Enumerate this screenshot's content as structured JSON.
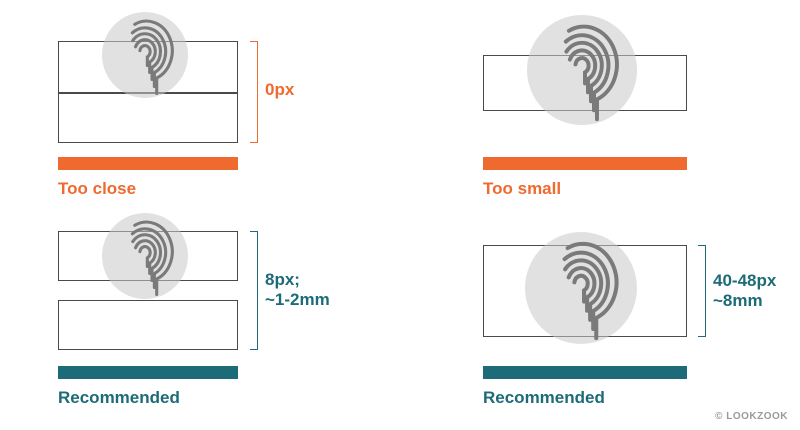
{
  "colors": {
    "bad": "#ef6a2f",
    "good": "#1d6b78",
    "stroke": "#4a4a4a",
    "thumb": "#d2d2d2",
    "print": "#7a7a7a"
  },
  "icons": {
    "fingerprint": "fingerprint-icon"
  },
  "examples": [
    {
      "caption": "Too close",
      "measure": "0px"
    },
    {
      "caption": "Too small",
      "measure": ""
    },
    {
      "caption": "Recommended",
      "measure": "8px;\n~1-2mm"
    },
    {
      "caption": "Recommended",
      "measure": "40-48px\n~8mm"
    }
  ],
  "credit": "© LOOKZOOK"
}
